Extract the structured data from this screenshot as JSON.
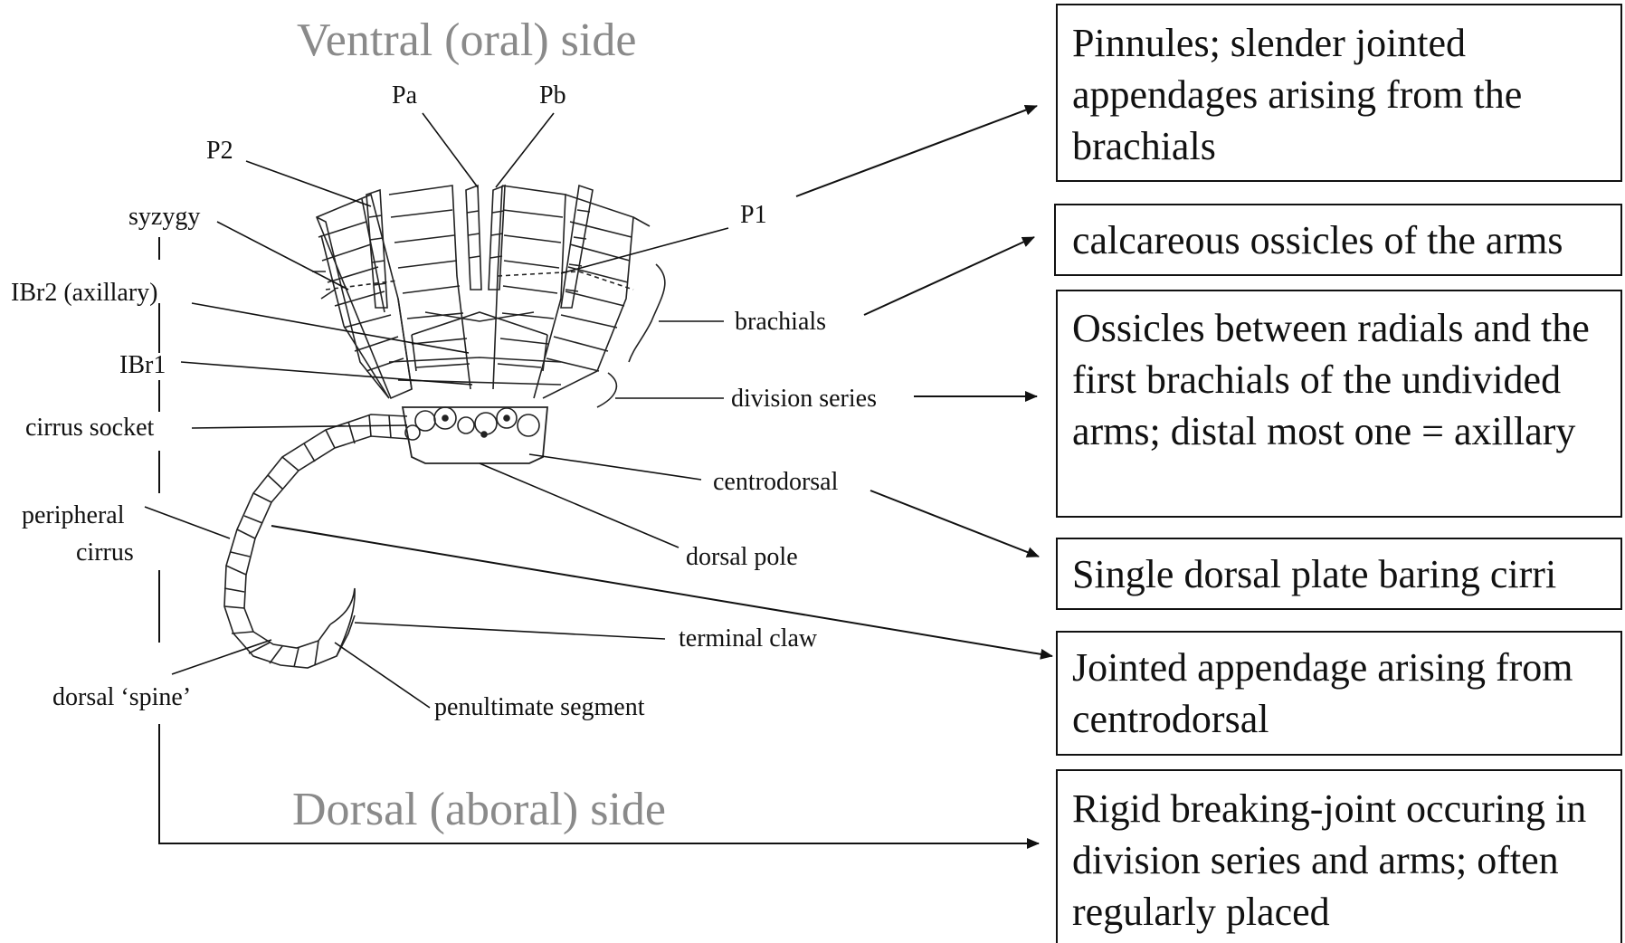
{
  "titles": {
    "ventral": "Ventral (oral) side",
    "dorsal": "Dorsal (aboral) side"
  },
  "labels": {
    "pa": "Pa",
    "pb": "Pb",
    "p2": "P2",
    "p1": "P1",
    "syzygy": "syzygy",
    "ibr2": "IBr2 (axillary)",
    "ibr1": "IBr1",
    "cirrus_socket": "cirrus socket",
    "peripheral_cirrus_1": "peripheral",
    "peripheral_cirrus_2": "cirrus",
    "dorsal_spine": "dorsal ‘spine’",
    "brachials": "brachials",
    "division_series": "division series",
    "centrodorsal": "centrodorsal",
    "dorsal_pole": "dorsal pole",
    "terminal_claw": "terminal claw",
    "penultimate_segment": "penultimate segment"
  },
  "definitions": [
    "Pinnules; slender jointed appendages arising from the brachials",
    "calcareous ossicles of the arms",
    "Ossicles between radials and the first brachials of the undivided arms; distal most one = axillary",
    "Single dorsal plate baring cirri",
    "Jointed appendage arising from centrodorsal",
    "Rigid breaking-joint occuring in division series and arms; often regularly placed"
  ]
}
